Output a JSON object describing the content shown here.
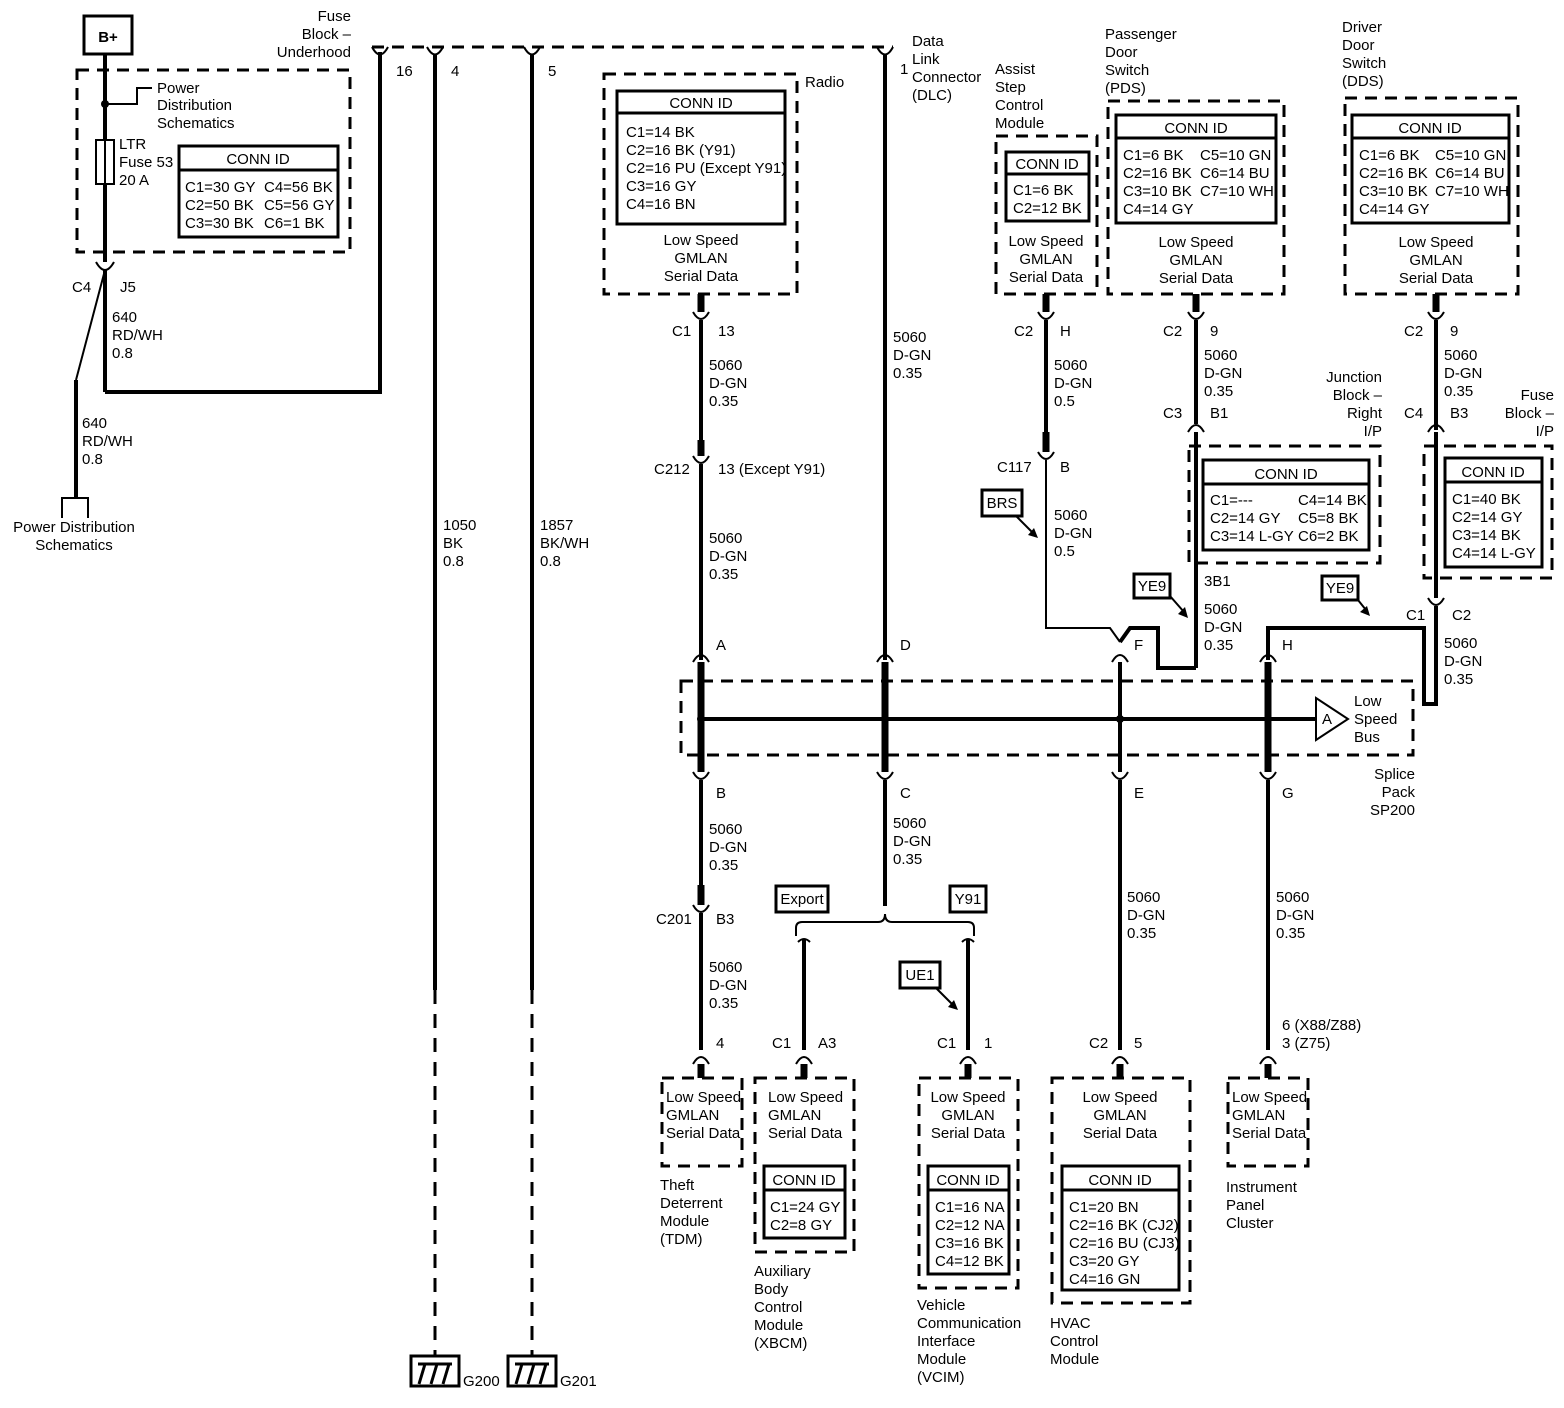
{
  "bplus": "B+",
  "fuse_block_underhood": [
    "Fuse",
    "Block –",
    "Underhood"
  ],
  "power_distribution_top": [
    "Power",
    "Distribution",
    "Schematics"
  ],
  "ltr_fuse": [
    "LTR",
    "Fuse 53",
    "20 A"
  ],
  "fuse_conn": {
    "title": "CONN ID",
    "rows": [
      [
        "C1=30 GY",
        "C4=56 BK"
      ],
      [
        "C2=50 BK",
        "C5=56 GY"
      ],
      [
        "C3=30 BK",
        "C6=1 BK"
      ]
    ]
  },
  "c4": "C4",
  "j5": "J5",
  "wire_640a": [
    "640",
    "RD/WH",
    "0.8"
  ],
  "wire_640b": [
    "640",
    "RD/WH",
    "0.8"
  ],
  "power_distribution_bottom": [
    "Power Distribution",
    "Schematics"
  ],
  "dlc_pins": [
    "16",
    "4",
    "5",
    "1"
  ],
  "dlc_label": [
    "Data",
    "Link",
    "Connector",
    "(DLC)"
  ],
  "wire_1050": [
    "1050",
    "BK",
    "0.8"
  ],
  "wire_1857": [
    "1857",
    "BK/WH",
    "0.8"
  ],
  "g200": "G200",
  "g201": "G201",
  "radio": {
    "label": "Radio",
    "conn": {
      "title": "CONN ID",
      "rows": [
        "C1=14 BK",
        "C2=16 BK (Y91)",
        "C2=16 PU (Except Y91)",
        "C3=16 GY",
        "C4=16 BN"
      ]
    },
    "gmlan": [
      "Low Speed",
      "GMLAN",
      "Serial Data"
    ],
    "c1": "C1",
    "pin": "13"
  },
  "wire_radio": [
    "5060",
    "D-GN",
    "0.35"
  ],
  "c212": "C212",
  "c212_pin": "13 (Except Y91)",
  "wire_radio2": [
    "5060",
    "D-GN",
    "0.35"
  ],
  "wire_dlc": [
    "5060",
    "D-GN",
    "0.35"
  ],
  "assist": {
    "label": [
      "Assist",
      "Step",
      "Control",
      "Module"
    ],
    "conn": {
      "title": "CONN ID",
      "rows": [
        "C1=6 BK",
        "C2=12 BK"
      ]
    },
    "gmlan": [
      "Low Speed",
      "GMLAN",
      "Serial Data"
    ],
    "c2": "C2",
    "pin": "H"
  },
  "wire_assist": [
    "5060",
    "D-GN",
    "0.5"
  ],
  "c117": "C117",
  "c117_pin": "B",
  "wire_assist2": [
    "5060",
    "D-GN",
    "0.5"
  ],
  "brs": "BRS",
  "pds": {
    "label": [
      "Passenger",
      "Door",
      "Switch",
      "(PDS)"
    ],
    "conn": {
      "title": "CONN ID",
      "rows": [
        [
          "C1=6 BK",
          "C5=10 GN"
        ],
        [
          "C2=16 BK",
          "C6=14 BU"
        ],
        [
          "C3=10 BK",
          "C7=10 WH"
        ],
        [
          "C4=14 GY",
          ""
        ]
      ]
    },
    "gmlan": [
      "Low Speed",
      "GMLAN",
      "Serial Data"
    ],
    "c2": "C2",
    "pin": "9"
  },
  "wire_pds": [
    "5060",
    "D-GN",
    "0.35"
  ],
  "c3": "C3",
  "b1": "B1",
  "junction": {
    "label": [
      "Junction",
      "Block –",
      "Right",
      "I/P"
    ],
    "conn": {
      "title": "CONN ID",
      "rows": [
        [
          "C1=---",
          "C4=14 BK"
        ],
        [
          "C2=14 GY",
          "C5=8 BK"
        ],
        [
          "C3=14 L-GY",
          "C6=2 BK"
        ]
      ]
    }
  },
  "ye9_a": "YE9",
  "pin_3b1": "3B1",
  "wire_3b1": [
    "5060",
    "D-GN",
    "0.35"
  ],
  "dds": {
    "label": [
      "Driver",
      "Door",
      "Switch",
      "(DDS)"
    ],
    "conn": {
      "title": "CONN ID",
      "rows": [
        [
          "C1=6 BK",
          "C5=10 GN"
        ],
        [
          "C2=16 BK",
          "C6=14 BU"
        ],
        [
          "C3=10 BK",
          "C7=10 WH"
        ],
        [
          "C4=14 GY",
          ""
        ]
      ]
    },
    "gmlan": [
      "Low Speed",
      "GMLAN",
      "Serial Data"
    ],
    "c2": "C2",
    "pin": "9"
  },
  "wire_dds": [
    "5060",
    "D-GN",
    "0.35"
  ],
  "c4_b3": [
    "C4",
    "B3"
  ],
  "fuse_ip": {
    "label": [
      "Fuse",
      "Block –",
      "I/P"
    ],
    "conn": {
      "title": "CONN ID",
      "rows": [
        "C1=40 BK",
        "C2=14 GY",
        "C3=14 BK",
        "C4=14 L-GY"
      ]
    }
  },
  "ye9_b": "YE9",
  "c1_c2": [
    "C1",
    "C2"
  ],
  "wire_ip": [
    "5060",
    "D-GN",
    "0.35"
  ],
  "splice_pins_top": [
    "A",
    "D",
    "F",
    "H"
  ],
  "splice_pins_bottom": [
    "B",
    "C",
    "E",
    "G"
  ],
  "bus_marker": "A",
  "bus_label": [
    "Low",
    "Speed",
    "Bus"
  ],
  "splice_label": [
    "Splice",
    "Pack",
    "SP200"
  ],
  "wire_b": [
    "5060",
    "D-GN",
    "0.35"
  ],
  "wire_c": [
    "5060",
    "D-GN",
    "0.35"
  ],
  "wire_e": [
    "5060",
    "D-GN",
    "0.35"
  ],
  "wire_g": [
    "5060",
    "D-GN",
    "0.35"
  ],
  "c201": "C201",
  "c201_pin": "B3",
  "wire_tdm": [
    "5060",
    "D-GN",
    "0.35"
  ],
  "export": "Export",
  "y91": "Y91",
  "ue1": "UE1",
  "tdm": {
    "pin": "4",
    "gmlan": [
      "Low Speed",
      "GMLAN",
      "Serial Data"
    ],
    "label": [
      "Theft",
      "Deterrent",
      "Module",
      "(TDM)"
    ]
  },
  "xbcm": {
    "c1": "C1",
    "pin": "A3",
    "gmlan": [
      "Low Speed",
      "GMLAN",
      "Serial Data"
    ],
    "conn": {
      "title": "CONN ID",
      "rows": [
        "C1=24 GY",
        "C2=8 GY"
      ]
    },
    "label": [
      "Auxiliary",
      "Body",
      "Control",
      "Module",
      "(XBCM)"
    ]
  },
  "vcim": {
    "c1": "C1",
    "pin": "1",
    "gmlan": [
      "Low Speed",
      "GMLAN",
      "Serial Data"
    ],
    "conn": {
      "title": "CONN ID",
      "rows": [
        "C1=16 NA",
        "C2=12 NA",
        "C3=16 BK",
        "C4=12 BK"
      ]
    },
    "label": [
      "Vehicle",
      "Communication",
      "Interface",
      "Module",
      "(VCIM)"
    ]
  },
  "hvac": {
    "c2": "C2",
    "pin": "5",
    "gmlan": [
      "Low Speed",
      "GMLAN",
      "Serial Data"
    ],
    "conn": {
      "title": "CONN ID",
      "rows": [
        "C1=20 BN",
        "C2=16 BK (CJ2)",
        "C2=16 BU (CJ3)",
        "C3=20 GY",
        "C4=16 GN"
      ]
    },
    "label": [
      "HVAC",
      "Control",
      "Module"
    ]
  },
  "ipc": {
    "pins": [
      "6 (X88/Z88)",
      "3 (Z75)"
    ],
    "gmlan": [
      "Low Speed",
      "GMLAN",
      "Serial Data"
    ],
    "label": [
      "Instrument",
      "Panel",
      "Cluster"
    ]
  }
}
